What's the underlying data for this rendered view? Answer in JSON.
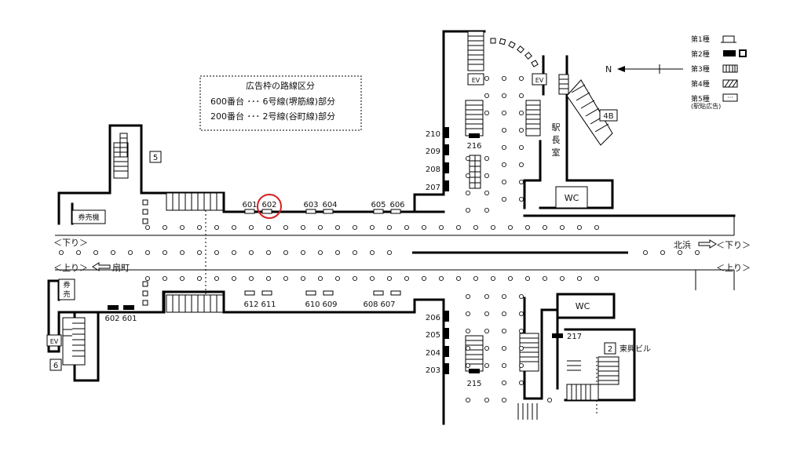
{
  "legend_box": {
    "title": "広告枠の路線区分",
    "line1": "600番台 ･･･ 6号線(堺筋線)部分",
    "line2": "200番台 ･･･ 2号線(谷町線)部分"
  },
  "type_legend": {
    "t1": "第1種",
    "t2": "第2種",
    "t3": "第3種",
    "t4": "第4種",
    "t5": "第5種",
    "t5_note": "(駅貼広告)"
  },
  "north": "N",
  "exits": {
    "e5": "5",
    "e6": "6",
    "e4b": "4B",
    "e2": "2",
    "e2_name": "東興ビル"
  },
  "rooms": {
    "ticket_machine_top": "券売機",
    "ticket_machine_bottom_1": "券",
    "ticket_machine_bottom_2": "売",
    "ev": "EV",
    "wc": "WC",
    "stationmaster_1": "駅",
    "stationmaster_2": "長",
    "stationmaster_3": "室"
  },
  "directions": {
    "down_left": "＜下り＞",
    "up_left": "＜上り＞",
    "ogimachi": "扇町",
    "kitahama": "北浜",
    "down_right": "＜下り＞",
    "up_right": "＜上り＞"
  },
  "ad_labels": {
    "a601": "601",
    "a602": "602",
    "a603": "603",
    "a604": "604",
    "a605": "605",
    "a606": "606",
    "a612": "612",
    "a611": "611",
    "a610": "610",
    "a609": "609",
    "a608": "608",
    "a607": "607",
    "b602": "602",
    "b601": "601",
    "a210": "210",
    "a209": "209",
    "a208": "208",
    "a207": "207",
    "a206": "206",
    "a205": "205",
    "a204": "204",
    "a203": "203",
    "a216": "216",
    "a215": "215",
    "a217": "217"
  },
  "colors": {
    "highlight": "#d42020",
    "line": "#000000"
  }
}
